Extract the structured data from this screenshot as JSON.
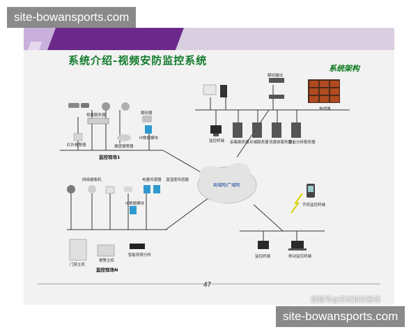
{
  "watermark_top": "site-bowansports.com",
  "watermark_bottom": "site-bowansports.com",
  "slide": {
    "title": "系统介绍-视频安防监控系统",
    "architecture_label": "系统架构",
    "page_number": "47",
    "credit": "搜狐号@无忧知识星球"
  },
  "diagram": {
    "site1": {
      "title": "监控现场1",
      "labels": {
        "video_server": "视频服务器",
        "decoder_small": "解码器",
        "ip_module": "IP数据模块",
        "ir_alarm": "红外报警器",
        "smoke_alarm": "烟感报警器"
      }
    },
    "siteN": {
      "title": "监控现场N",
      "labels": {
        "network_camera": "网络摄像机",
        "power_sensor": "电量传感器",
        "temp_sensor": "温湿度传感器",
        "ip_module": "IP数据模块",
        "access_host": "门禁主机",
        "alarm_host": "报警主机",
        "smart_analysis": "智能视频分析"
      }
    },
    "center": {
      "codec": "解码输出",
      "tv_wall": "电视墙",
      "monitor_terminal": "监控终端",
      "collect_server": "采集服务器",
      "store_server": "存储服务器",
      "stream_server": "流媒体服务器",
      "analysis_server": "智能分析服务器"
    },
    "cloud": "局域网/广域网",
    "remote": {
      "phone": "手机监控终端",
      "monitor_terminal": "监控终端",
      "mobile_terminal": "移动监控终端"
    }
  },
  "colors": {
    "band_purple": "#6b2a8a",
    "band_light": "#c7a8d8",
    "title_green": "#0f7a2a",
    "watermark": "#8a8a8a"
  }
}
